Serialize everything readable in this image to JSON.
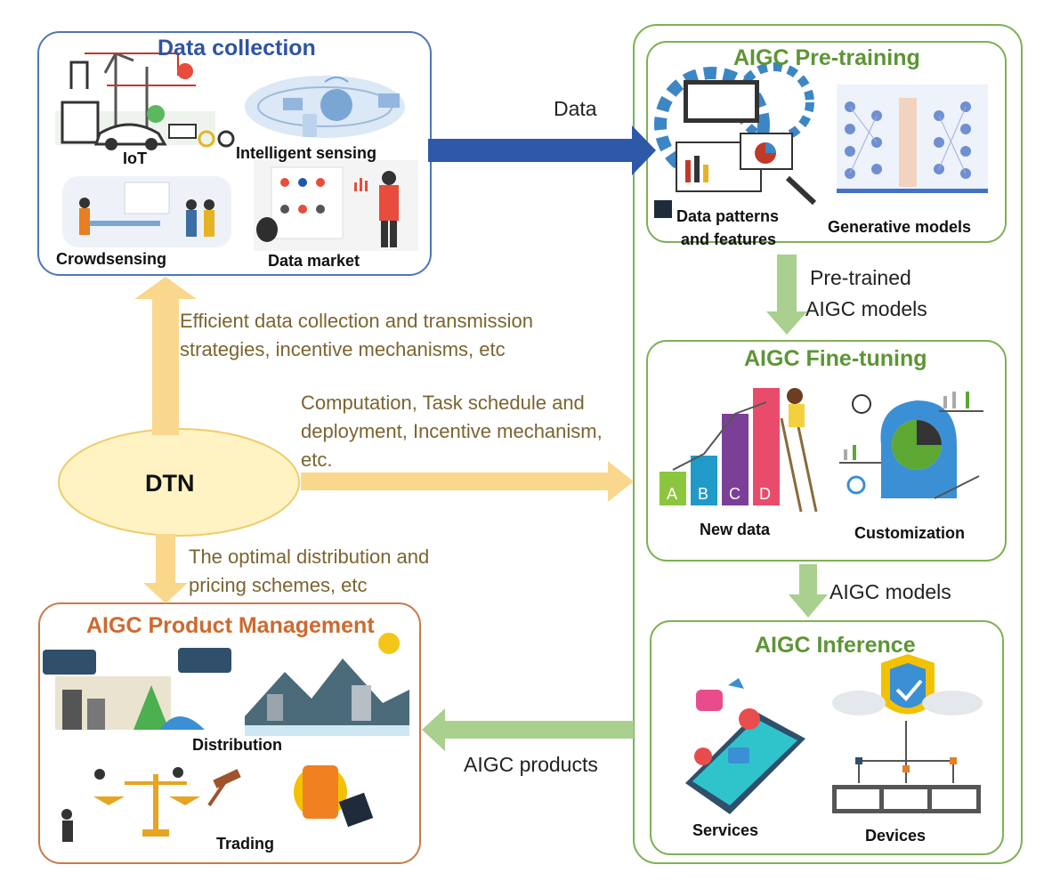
{
  "data_collection": {
    "title": "Data collection",
    "items": [
      "IoT",
      "Intelligent sensing",
      "Crowdsensing",
      "Data market"
    ]
  },
  "pretraining": {
    "title": "AIGC Pre-training",
    "items": [
      "Data patterns",
      "and features",
      "Generative models"
    ]
  },
  "finetuning": {
    "title": "AIGC Fine-tuning",
    "items": [
      "New data",
      "Customization"
    ]
  },
  "inference": {
    "title": "AIGC Inference",
    "items": [
      "Services",
      "Devices"
    ]
  },
  "product_management": {
    "title": "AIGC Product Management",
    "items": [
      "Distribution",
      "Trading"
    ]
  },
  "dtn": {
    "label": "DTN"
  },
  "arrows": {
    "data": "Data",
    "pretrained_1": "Pre-trained",
    "pretrained_2": "AIGC models",
    "aigc_models": "AIGC models",
    "aigc_products": "AIGC  products"
  },
  "notes": {
    "collection_1": "Efficient data collection and  transmission",
    "collection_2": "strategies, incentive mechanisms, etc",
    "computation_1": "Computation, Task schedule and",
    "computation_2": "deployment, Incentive mechanism,",
    "computation_3": "etc.",
    "distribution_1": "The optimal distribution and",
    "distribution_2": "pricing schemes, etc"
  },
  "bar_letters": [
    "A",
    "B",
    "C",
    "D"
  ],
  "colors": {
    "blue_title": "#2f54a3",
    "green_title": "#5d9535",
    "orange_title": "#cd6a2f",
    "note_text": "#7b6430",
    "arrow_yellow": "#f9d88d",
    "arrow_blue": "#2e59a8",
    "arrow_green": "#a9d08e"
  }
}
